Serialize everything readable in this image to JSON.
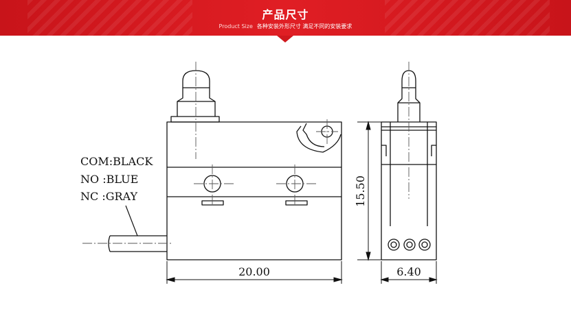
{
  "header": {
    "title": "产品尺寸",
    "subtitle_en": "Product Size",
    "subtitle_cn": "各种安装外形尺寸 满足不同的安装要求",
    "accent_color": "#e01e24"
  },
  "wires": {
    "com": "COM:BLACK",
    "no": "NO :BLUE",
    "nc": "NC :GRAY"
  },
  "dimensions": {
    "width": "20.00",
    "height": "15.50",
    "depth": "6.40"
  }
}
